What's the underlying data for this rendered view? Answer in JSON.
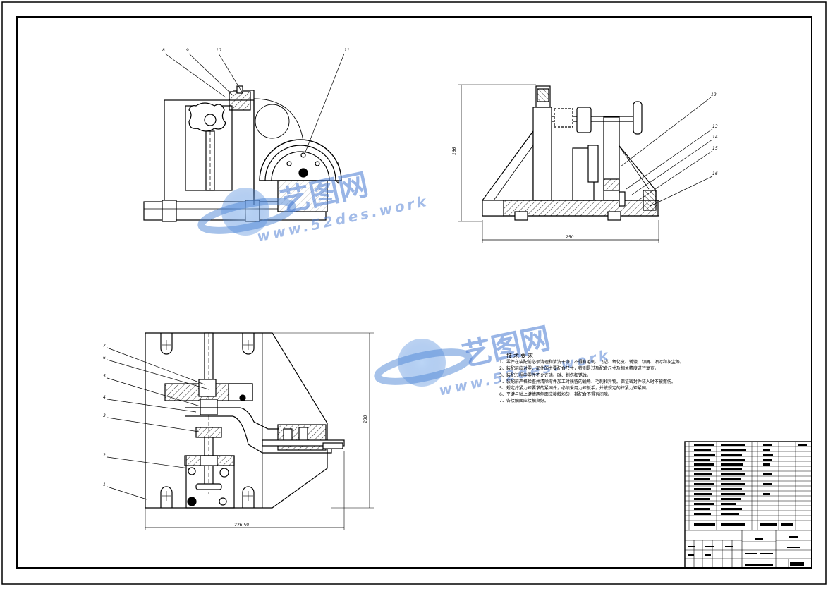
{
  "views": {
    "top_left": {
      "callouts": [
        "8",
        "9",
        "10",
        "11"
      ]
    },
    "top_right": {
      "callouts": [
        "12",
        "13",
        "14",
        "15",
        "16"
      ],
      "dim_height": "166",
      "dim_width": "250"
    },
    "bottom": {
      "callouts": [
        "7",
        "6",
        "5",
        "4",
        "3",
        "2",
        "1"
      ],
      "dim_width": "226.59",
      "dim_height": "230"
    }
  },
  "tech_notes": {
    "title": "技术要求",
    "lines": [
      "1、零件在装配前必须清理和清洗干净，不得有毛刺、飞边、氧化皮、锈蚀、切屑、油污和灰尘等。",
      "2、装配前应对零、部件的主要配合尺寸，特别是过盈配合尺寸及相关精度进行复查。",
      "3、装配过程中零件不允许磕、碰、划伤和锈蚀。",
      "4、装配前严格检查并清除零件加工时残留的锐角、毛刺和异物。保证密封件装入时不被擦伤。",
      "5、规定拧紧力矩要求的紧固件，必须采用力矩扳手，并按规定的拧紧力矩紧固。",
      "6、平键与轴上键槽两侧面应接触均匀，其配合不得有间隙。",
      "7、各接触面应接触良好。"
    ]
  },
  "watermark": {
    "brand_cn": "艺图网",
    "url": "www.52des.work"
  },
  "colors": {
    "line": "#000000",
    "watermark": "#4678d2",
    "background": "#ffffff"
  }
}
